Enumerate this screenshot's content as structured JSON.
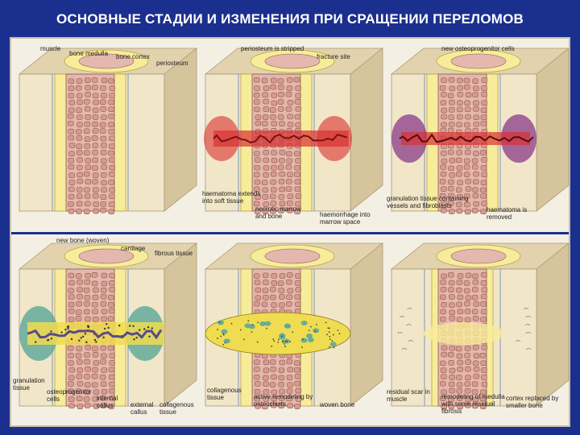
{
  "title": "ОСНОВНЫЕ СТАДИИ И ИЗМЕНЕНИЯ ПРИ СРАЩЕНИИ ПЕРЕЛОМОВ",
  "colors": {
    "background": "#1b2f8e",
    "marrow": "#e4b8ae",
    "cortex": "#f7ec9a",
    "block_front": "#f2e6c8",
    "block_top": "#e2d3ae",
    "block_side": "#d6c59c",
    "haematoma": "#d83030",
    "granulation": "#8a3a8a",
    "callus_cartilage": "#5aa89a",
    "woven_bone": "#f0dc50"
  },
  "panels": [
    {
      "stage": "fracture",
      "labels": {
        "muscle": "muscle",
        "bone_medulla": "bone medulla",
        "bone_cortex": "bone cortex",
        "periosteum": "periosteum"
      }
    },
    {
      "stage": "haematoma",
      "labels": {
        "periosteum_stripped": "periosteum is stripped",
        "fracture_site": "fracture site",
        "haematoma_extends": "haematoma extends into soft tissue",
        "necrotic_marrow": "necrotic marrow and bone",
        "haemorrhage": "haemorrhage into marrow space"
      }
    },
    {
      "stage": "granulation",
      "labels": {
        "osteoprogenitor": "new osteoprogenitor cells",
        "granulation_tissue": "granulation tissue containing vessels and fibroblasts",
        "haematoma_removed": "haematoma is removed"
      }
    },
    {
      "stage": "callus",
      "labels": {
        "new_bone": "new bone (woven)",
        "cartilage": "cartilage",
        "fibrous_tissue": "fibrous tissue",
        "granulation_tissue": "granulation tissue",
        "osteoprogenitor": "osteoprogenitor cells",
        "internal_callus": "internal callus",
        "external_callus": "external callus",
        "collagenous": "collagenous tissue"
      }
    },
    {
      "stage": "consolidation",
      "labels": {
        "collagenous": "collagenous tissue",
        "active_remodeling": "active remodeling by osteoclasts",
        "woven_bone": "woven bone"
      }
    },
    {
      "stage": "remodeling",
      "labels": {
        "residual_scar": "residual scar in muscle",
        "remodeling_medulla": "remodeling of medulla with some residual fibrosis",
        "cortex_replaced": "cortex replaced by smaller bone"
      }
    }
  ]
}
